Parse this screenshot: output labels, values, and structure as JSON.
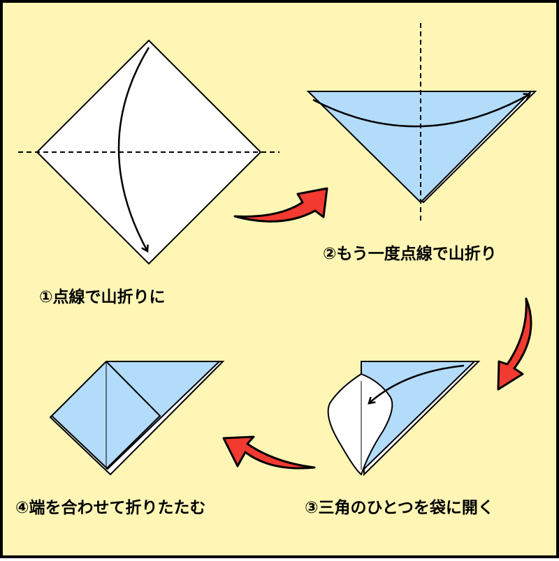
{
  "steps": [
    {
      "label": "①点線で山折りに"
    },
    {
      "label": "②もう一度点線で山折り"
    },
    {
      "label": "③三角のひとつを袋に開く"
    },
    {
      "label": "④端を合わせて折りたたむ"
    }
  ],
  "colors": {
    "background": "#fff6b5",
    "paper_blue": "#b3dcfb",
    "paper_white": "#ffffff",
    "arrow_red": "#f23a30"
  }
}
